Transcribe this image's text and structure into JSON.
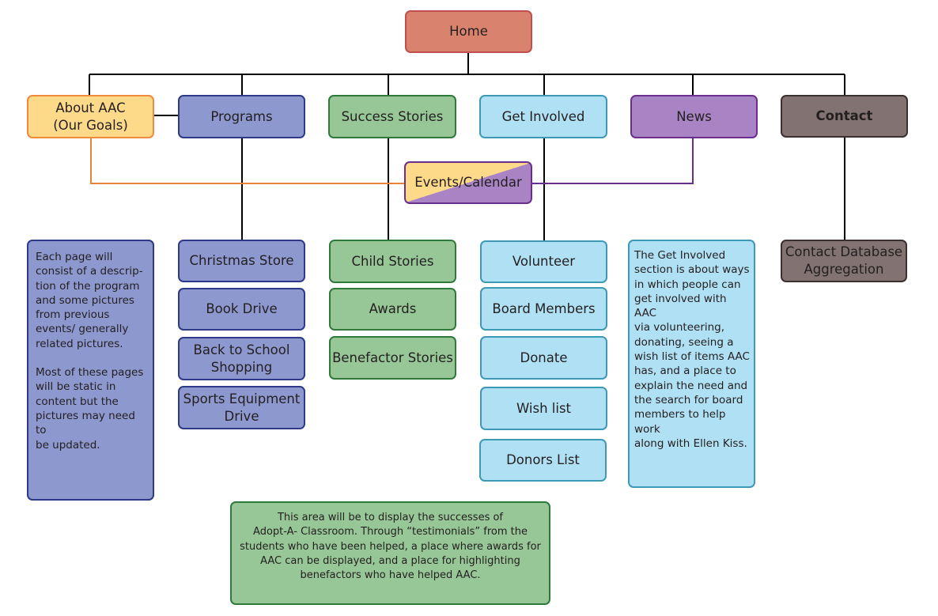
{
  "nodes": {
    "home": "Home",
    "about_line1": "About AAC",
    "about_line2": "(Our Goals)",
    "programs": "Programs",
    "success_stories": "Success Stories",
    "get_involved": "Get Involved",
    "news": "News",
    "contact": "Contact",
    "events": "Events/Calendar",
    "contact_db_line1": "Contact Database",
    "contact_db_line2": "Aggregation"
  },
  "programs_children": [
    [
      "Christmas Store"
    ],
    [
      "Book Drive"
    ],
    [
      "Back to School",
      "Shopping"
    ],
    [
      "Sports Equipment",
      "Drive"
    ]
  ],
  "success_children": [
    "Child Stories",
    "Awards",
    "Benefactor Stories"
  ],
  "get_involved_children": [
    "Volunteer",
    "Board Members",
    "Donate",
    "Wish list",
    "Donors List"
  ],
  "notes": {
    "programs_note_p1": [
      "Each page will",
      "consist of a descrip-",
      "tion of the program",
      "and some pictures",
      "from previous",
      "events/ generally",
      "related pictures."
    ],
    "programs_note_p2": [
      "Most of these pages",
      "will be static in",
      "content but the",
      "pictures may need to",
      "be updated."
    ],
    "get_involved_note": [
      "The Get Involved",
      "section is about ways",
      "in which people can",
      "get involved with AAC",
      "via volunteering,",
      "donating, seeing a",
      "wish list of items AAC",
      "has, and a place to",
      "explain the need and",
      "the search for board",
      "members to help work",
      "along with Ellen Kiss."
    ],
    "success_note": [
      "This area will be to display the successes of",
      "Adopt-A- Classroom. Through “testimonials” from the",
      "students who have been helped, a place where awards for",
      "AAC can be displayed, and a place for highlighting",
      "benefactors who have helped AAC."
    ]
  },
  "colors": {
    "home": "#d9826e",
    "about": "#fdd98a",
    "programs": "#8d98cf",
    "success": "#97c796",
    "get_involved": "#b0e0f3",
    "news": "#a884c5",
    "contact": "#827372",
    "about_link": "#e8833a",
    "news_link": "#6a2f8c"
  }
}
